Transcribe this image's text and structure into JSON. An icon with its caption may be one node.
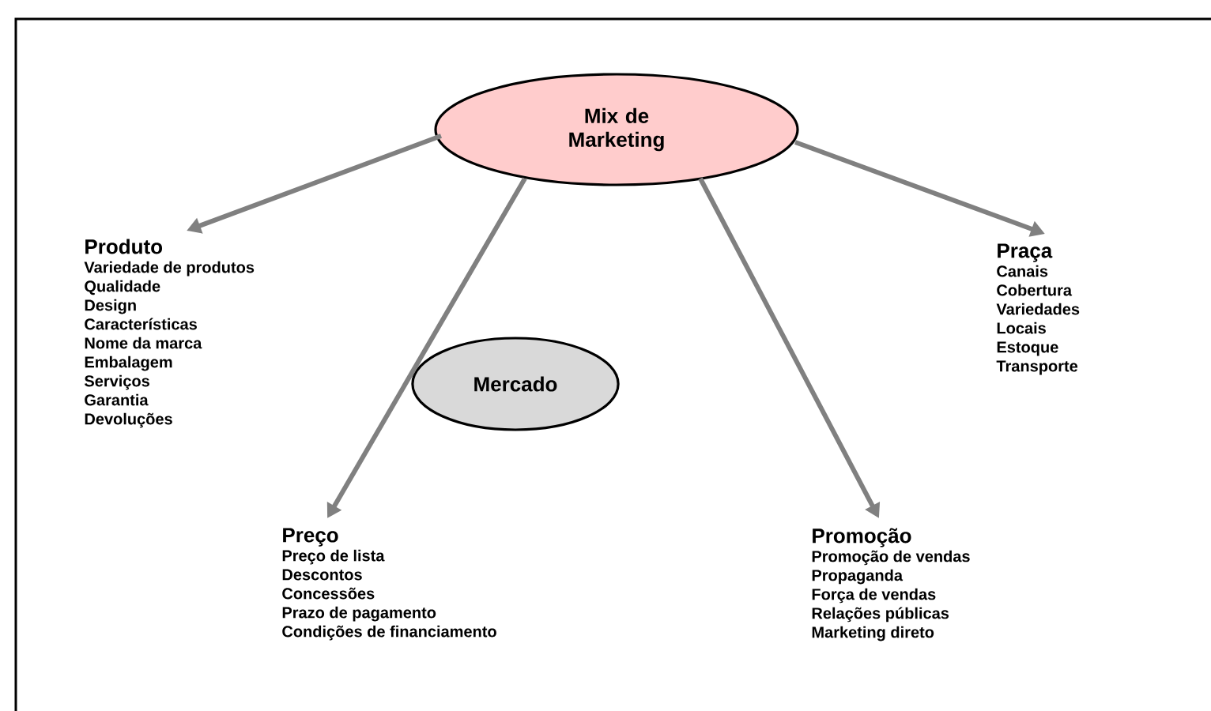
{
  "diagram": {
    "nodes": [
      {
        "text": [
          "Mix de Marketing"
        ]
      },
      {
        "text": [
          "Mercado"
        ]
      },
      {
        "text": [
          "Produto",
          "Variedade de produtos",
          "Qualidade",
          "Design",
          "Características",
          "Nome da marca",
          "Embalagem",
          "Serviços",
          "Garantia",
          "Devoluções"
        ]
      },
      {
        "text": [
          "Preço",
          "Preço de lista",
          "Descontos",
          "Concessões",
          "Prazo de pagamento",
          "Condições de financiamento"
        ]
      },
      {
        "text": [
          "Promoção",
          "Promoção de vendas",
          "Propaganda",
          "Força de vendas",
          "Relações públicas",
          "Marketing direto"
        ]
      },
      {
        "text": [
          "Praça",
          "Canais",
          "Cobertura",
          "Variedades",
          "Locais",
          "Estoque",
          "Transporte"
        ]
      }
    ],
    "edges": [
      {
        "from": 0,
        "to": 2,
        "arrow": "to"
      },
      {
        "from": 0,
        "to": 3,
        "arrow": "to"
      },
      {
        "from": 0,
        "to": 4,
        "arrow": "to"
      },
      {
        "from": 0,
        "to": 5,
        "arrow": "to"
      }
    ]
  }
}
